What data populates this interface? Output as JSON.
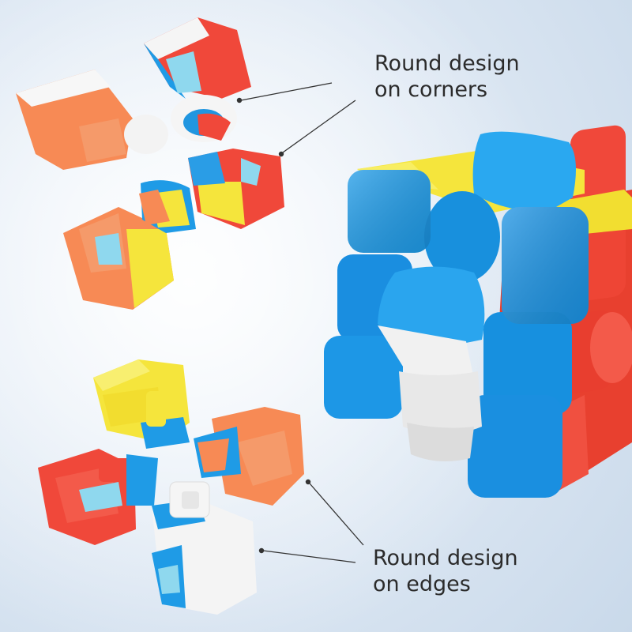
{
  "captions": {
    "corners": {
      "line1": "Round design",
      "line2": "on corners"
    },
    "edges": {
      "line1": "Round design",
      "line2": "on edges"
    }
  },
  "colors": {
    "blue": "#1e9be8",
    "red": "#f0483a",
    "yellow": "#f5e53c",
    "orange": "#f78a55",
    "white": "#f3f3f3",
    "light_blue": "#8fd8ee",
    "background": "#dfe9f4",
    "caption_text": "#2b2b2b",
    "leader_line": "#333333"
  }
}
